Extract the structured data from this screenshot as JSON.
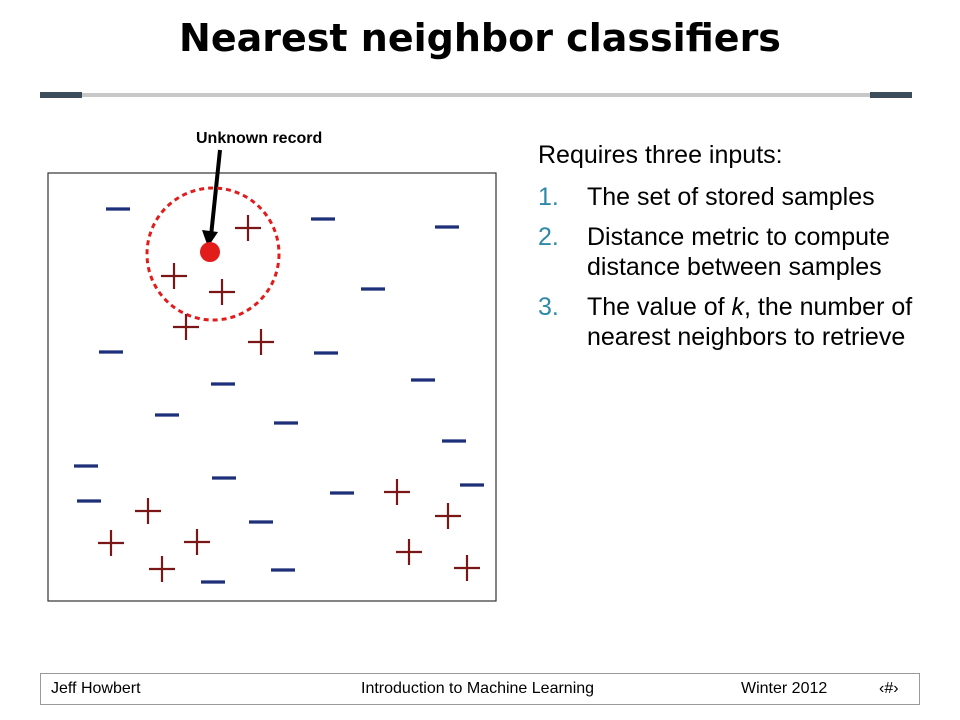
{
  "slide": {
    "title": "Nearest neighbor classifiers"
  },
  "figure": {
    "annotation": "Unknown record",
    "colors": {
      "plus": "#7b1616",
      "minus": "#1c2f78",
      "query": "#e21b1b",
      "circle": "#e21b1b",
      "arrow": "#000000"
    }
  },
  "content": {
    "intro": "Requires three inputs:",
    "steps": [
      {
        "num": "1.",
        "text": "The set of stored samples"
      },
      {
        "num": "2.",
        "text": "Distance metric to compute distance between samples"
      },
      {
        "num": "3.",
        "text_before": "The value of ",
        "k": "k",
        "text_after": ", the number of nearest neighbors to retrieve"
      }
    ]
  },
  "footer": {
    "author": "Jeff Howbert",
    "course": "Introduction to Machine Learning",
    "term": "Winter 2012",
    "page": "‹#›"
  }
}
